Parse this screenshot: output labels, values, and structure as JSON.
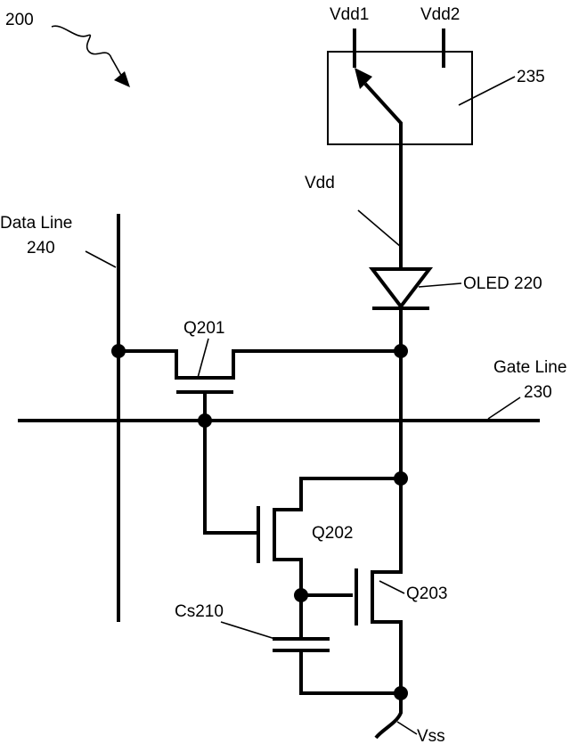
{
  "figure": {
    "ref_number": "200"
  },
  "labels": {
    "vdd1": "Vdd1",
    "vdd2": "Vdd2",
    "switch_block": "235",
    "vdd": "Vdd",
    "data_line": "Data Line",
    "data_line_num": "240",
    "oled": "OLED 220",
    "q201": "Q201",
    "gate_line": "Gate Line",
    "gate_line_num": "230",
    "q202": "Q202",
    "q203": "Q203",
    "cs": "Cs210",
    "vss": "Vss"
  }
}
